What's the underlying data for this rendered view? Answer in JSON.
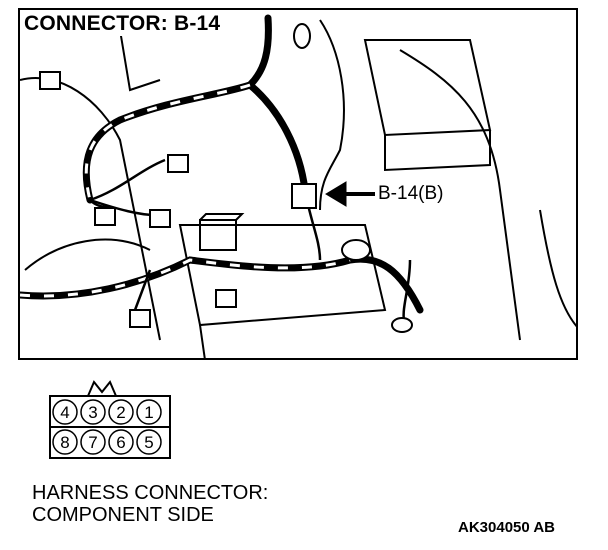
{
  "title": "CONNECTOR: B-14",
  "callout": "B-14(B)",
  "pins": {
    "top": [
      "4",
      "3",
      "2",
      "1"
    ],
    "bottom": [
      "8",
      "7",
      "6",
      "5"
    ]
  },
  "caption": {
    "line1": "HARNESS CONNECTOR:",
    "line2": "COMPONENT SIDE"
  },
  "code": "AK304050 AB",
  "colors": {
    "ink": "#000000",
    "paper": "#ffffff"
  }
}
